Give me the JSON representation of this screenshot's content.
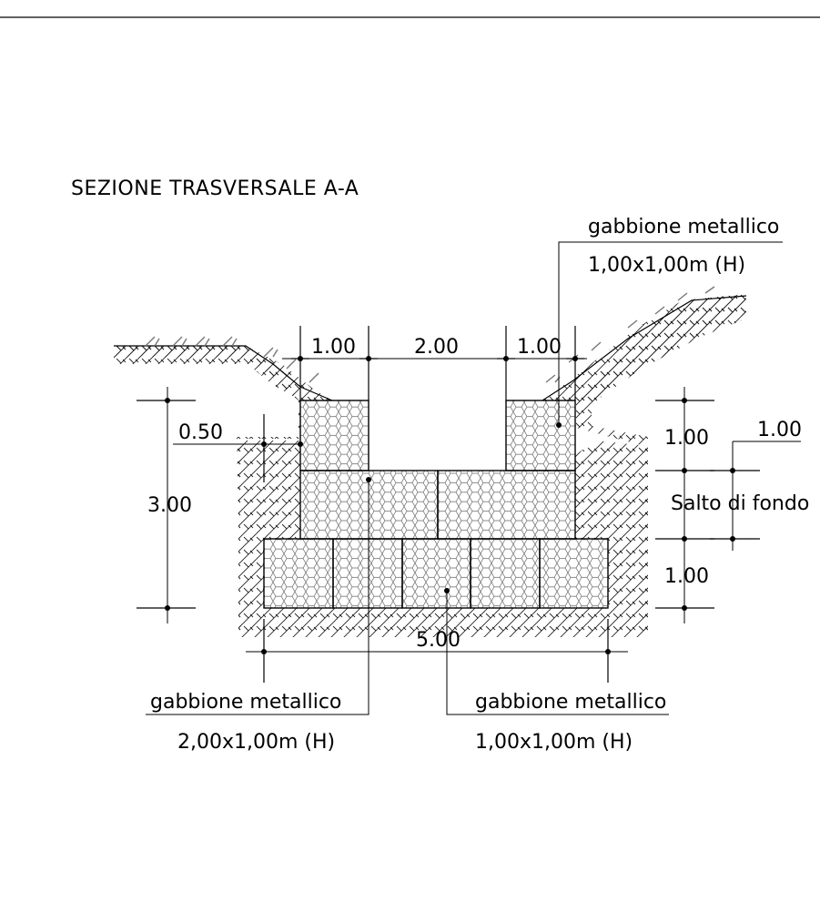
{
  "title": "SEZIONE TRASVERSALE A-A",
  "labels": {
    "top_right_line1": "gabbione metallico",
    "top_right_line2": "1,00x1,00m (H)",
    "bottom_left_line1": "gabbione metallico",
    "bottom_left_line2": "2,00x1,00m (H)",
    "bottom_right_line1": "gabbione metallico",
    "bottom_right_line2": "1,00x1,00m (H)",
    "salto": "Salto di fondo"
  },
  "dimensions": {
    "top_left": "1.00",
    "top_center": "2.00",
    "top_right": "1.00",
    "left_small": "0.50",
    "left_total": "3.00",
    "right_upper": "1.00",
    "right_lower": "1.00",
    "salto_height": "1.00",
    "bottom_width": "5.00"
  },
  "colors": {
    "line": "#000000",
    "grass": "#777777",
    "background": "#ffffff"
  }
}
